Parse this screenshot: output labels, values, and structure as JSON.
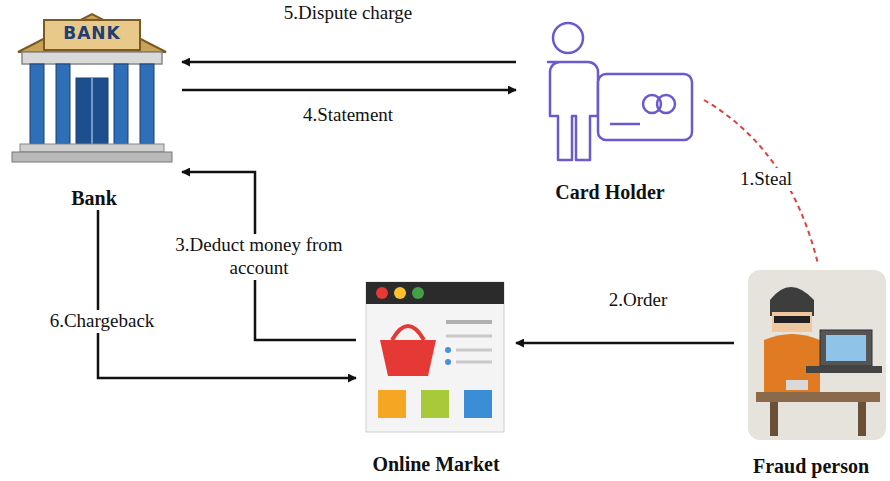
{
  "diagram": {
    "nodes": [
      {
        "text": [
          "Bank"
        ]
      },
      {
        "text": [
          "Card Holder"
        ]
      },
      {
        "text": [
          "Online Market"
        ]
      },
      {
        "text": [
          "Fraud person"
        ]
      }
    ],
    "edges": [
      {
        "from": 1,
        "to": 0,
        "arrow": "to",
        "label": "5.Dispute charge"
      },
      {
        "from": 0,
        "to": 1,
        "arrow": "to",
        "label": "4.Statement"
      },
      {
        "from": 1,
        "to": 3,
        "arrow": "none",
        "label": "1.Steal"
      },
      {
        "from": 3,
        "to": 2,
        "arrow": "to",
        "label": "2.Order"
      },
      {
        "from": 2,
        "to": 0,
        "arrow": "to",
        "label": "3.Deduct money from account"
      },
      {
        "from": 0,
        "to": 2,
        "arrow": "to",
        "label": "6.Chargeback"
      }
    ],
    "labels": [
      "BANK"
    ]
  }
}
